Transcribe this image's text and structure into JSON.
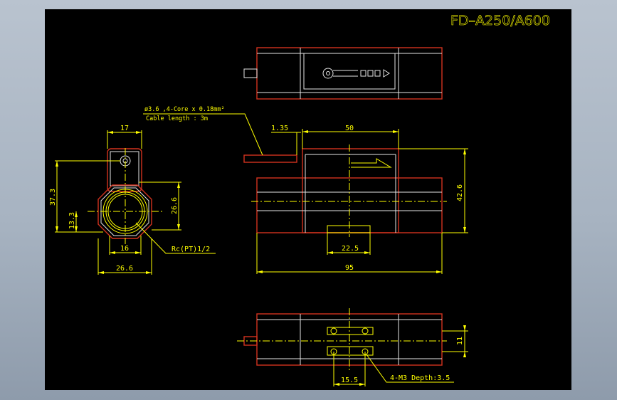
{
  "title": "FD–A250/A600",
  "colors": {
    "background": "#000000",
    "dimension": "#ffff00",
    "outline": "#d2321e",
    "body": "#e6e6e6"
  },
  "cable_note": {
    "line1": "ø3.6 ,4-Core x 0.18mm²",
    "line2": "Cable length : 3m"
  },
  "thread_label": "Rc(PT)1/2",
  "mount_label": "4-M3 Depth:3.5",
  "dimensions": {
    "side_width_17": "17",
    "side_height_37_3": "37.3",
    "side_height_13_3": "13.3",
    "side_hex_26_6": "26.6",
    "side_port_16": "16",
    "side_width_26_6": "26.6",
    "front_offset_1_35": "1.35",
    "front_body_50": "50",
    "front_height_42_6": "42.6",
    "front_bottom_22_5": "22.5",
    "front_length_95": "95",
    "bottom_height_11": "11",
    "bottom_spacing_15_5": "15.5"
  }
}
